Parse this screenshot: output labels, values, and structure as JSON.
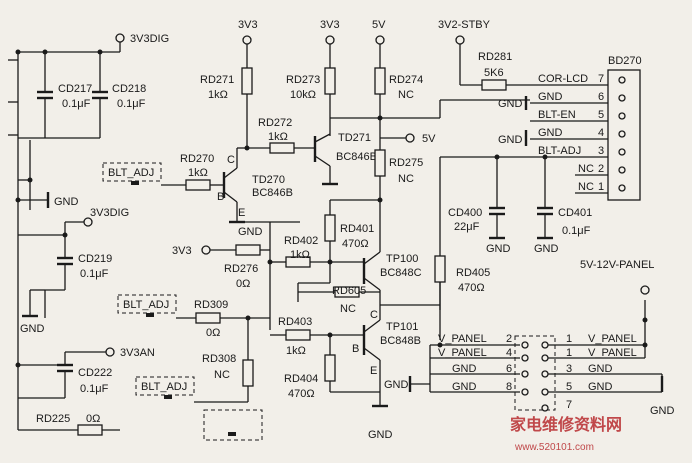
{
  "title": "",
  "supplies": {
    "v3v3_top": "3V3",
    "v3v3_top2": "3V3",
    "v5_top": "5V",
    "stby": "3V2-STBY",
    "v3v3dig_1": "3V3DIG",
    "v3v3dig_2": "3V3DIG",
    "v3v3an": "3V3AN",
    "v5_mid": "5V",
    "v3v3_mid": "3V3",
    "panel": "5V-12V-PANEL"
  },
  "gnd_label": "GND",
  "nets": {
    "blt_adj": "BLT_ADJ"
  },
  "resistors": {
    "rd271": {
      "ref": "RD271",
      "val": "1kΩ"
    },
    "rd273": {
      "ref": "RD273",
      "val": "10kΩ"
    },
    "rd274": {
      "ref": "RD274",
      "val": "NC"
    },
    "rd281": {
      "ref": "RD281",
      "val": "5K6"
    },
    "rd272": {
      "ref": "RD272",
      "val": "1kΩ"
    },
    "rd270": {
      "ref": "RD270",
      "val": "1kΩ"
    },
    "rd275": {
      "ref": "RD275",
      "val": "NC"
    },
    "rd401": {
      "ref": "RD401",
      "val": "470Ω"
    },
    "rd402": {
      "ref": "RD402",
      "val": "1kΩ"
    },
    "rd276": {
      "ref": "RD276",
      "val": "0Ω"
    },
    "rd605": {
      "ref": "RD605",
      "val": "NC"
    },
    "rd405": {
      "ref": "RD405",
      "val": "470Ω"
    },
    "rd309": {
      "ref": "RD309",
      "val": "0Ω"
    },
    "rd403": {
      "ref": "RD403",
      "val": "1kΩ"
    },
    "rd308": {
      "ref": "RD308",
      "val": "NC"
    },
    "rd404": {
      "ref": "RD404",
      "val": "470Ω"
    },
    "rd225": {
      "ref": "RD225",
      "val": "0Ω"
    }
  },
  "capacitors": {
    "cd217": {
      "ref": "CD217",
      "val": "0.1μF"
    },
    "cd218": {
      "ref": "CD218",
      "val": "0.1μF"
    },
    "cd400": {
      "ref": "CD400",
      "val": "22μF"
    },
    "cd401": {
      "ref": "CD401",
      "val": "0.1μF"
    },
    "cd219": {
      "ref": "CD219",
      "val": "0.1μF"
    },
    "cd222": {
      "ref": "CD222",
      "val": "0.1μF"
    }
  },
  "transistors": {
    "td270": {
      "ref": "TD270",
      "type": "BC846B"
    },
    "td271": {
      "ref": "TD271",
      "type": "BC846B"
    },
    "tp100": {
      "ref": "TP100",
      "type": "BC848C"
    },
    "tp101": {
      "ref": "TP101",
      "type": "BC848B"
    }
  },
  "pins": {
    "b": "B",
    "c": "C",
    "e": "E"
  },
  "connector_bd270": {
    "ref": "BD270",
    "pins": [
      {
        "num": "7",
        "label": "COR-LCD"
      },
      {
        "num": "6",
        "label": "GND"
      },
      {
        "num": "5",
        "label": "BLT-EN"
      },
      {
        "num": "4",
        "label": "GND"
      },
      {
        "num": "3",
        "label": "BLT-ADJ"
      },
      {
        "num": "2",
        "label": "NC"
      },
      {
        "num": "1",
        "label": "NC"
      }
    ]
  },
  "connector_panel": {
    "left": [
      {
        "num": "2",
        "label": "V_PANEL"
      },
      {
        "num": "4",
        "label": "V_PANEL"
      },
      {
        "num": "6",
        "label": "GND"
      },
      {
        "num": "8",
        "label": "GND"
      }
    ],
    "right": [
      {
        "num": "1",
        "label": "V_PANEL"
      },
      {
        "num": "1",
        "label": "V_PANEL"
      },
      {
        "num": "3",
        "label": "GND"
      },
      {
        "num": "5",
        "label": "GND"
      },
      {
        "num": "7",
        "label": ""
      }
    ]
  },
  "watermark": {
    "cn": "家电维修资料网",
    "url": "www.520101.com"
  },
  "colors": {
    "ink": "#1a1a1a",
    "paper": "#f2efe9",
    "watermark": "#c0484a"
  }
}
